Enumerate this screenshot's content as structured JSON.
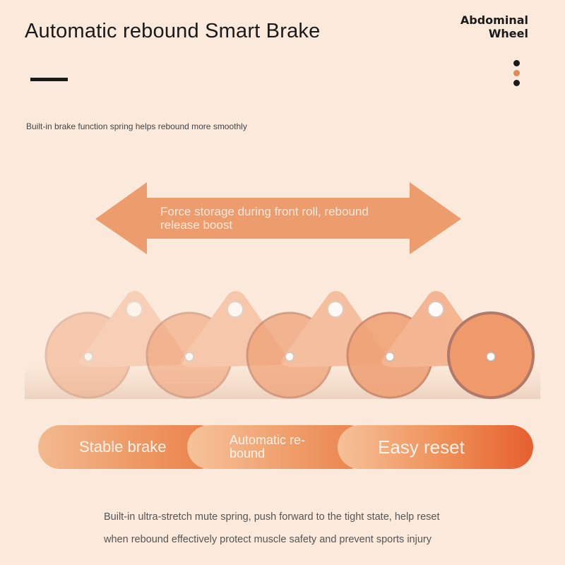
{
  "header": {
    "title": "Automatic rebound Smart Brake",
    "brand_line1": "Abdominal",
    "brand_line2": "Wheel"
  },
  "dots": [
    "#1a1a1a",
    "#e08a55",
    "#1a1a1a"
  ],
  "subtitle": "Built-in brake function spring helps rebound more smoothly",
  "arrow": {
    "text": "Force storage during front roll, rebound release boost",
    "color": "#ec9c6d"
  },
  "features": [
    {
      "label": "Stable brake"
    },
    {
      "label": "Automatic re-bound"
    },
    {
      "label": "Easy reset"
    }
  ],
  "description": {
    "line1": "Built-in ultra-stretch mute spring, push forward to the tight state, help reset",
    "line2": "when rebound effectively protect muscle safety and prevent sports injury"
  },
  "colors": {
    "background": "#fbeadc",
    "accent": "#e8723d",
    "wheel": "#f0a277"
  }
}
